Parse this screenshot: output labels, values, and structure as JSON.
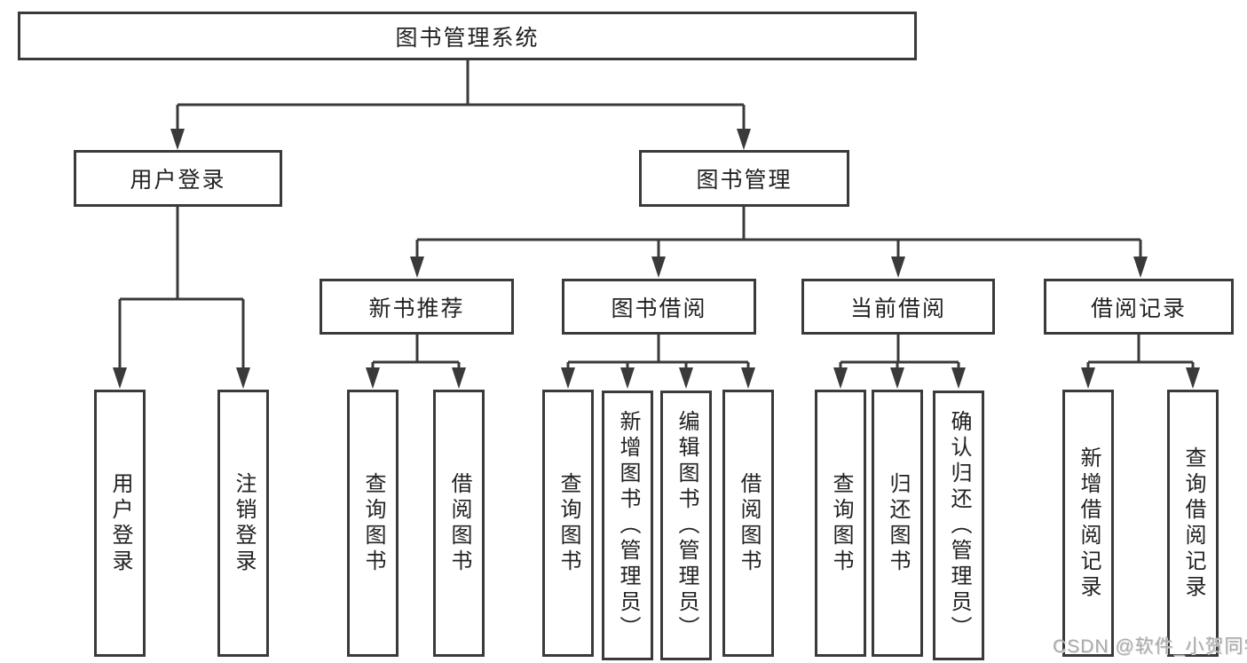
{
  "diagram": {
    "root": {
      "label": "图书管理系统"
    },
    "level2": [
      {
        "label": "用户登录"
      },
      {
        "label": "图书管理"
      }
    ],
    "level3": [
      {
        "label": "新书推荐"
      },
      {
        "label": "图书借阅"
      },
      {
        "label": "当前借阅"
      },
      {
        "label": "借阅记录"
      }
    ],
    "leaves": [
      {
        "label": "用户登录"
      },
      {
        "label": "注销登录"
      },
      {
        "label": "查询图书"
      },
      {
        "label": "借阅图书"
      },
      {
        "label": "查询图书"
      },
      {
        "label": "新增图书（管理员）"
      },
      {
        "label": "编辑图书（管理员）"
      },
      {
        "label": "借阅图书"
      },
      {
        "label": "查询图书"
      },
      {
        "label": "归还图书"
      },
      {
        "label": "确认归还（管理员）"
      },
      {
        "label": "新增借阅记录"
      },
      {
        "label": "查询借阅记录"
      }
    ]
  },
  "watermark": {
    "text": "CSDN @软件_小贺同学"
  },
  "colors": {
    "line": "#3a3a3a",
    "text": "#222222",
    "background": "#ffffff",
    "watermark": "#aeabae"
  }
}
